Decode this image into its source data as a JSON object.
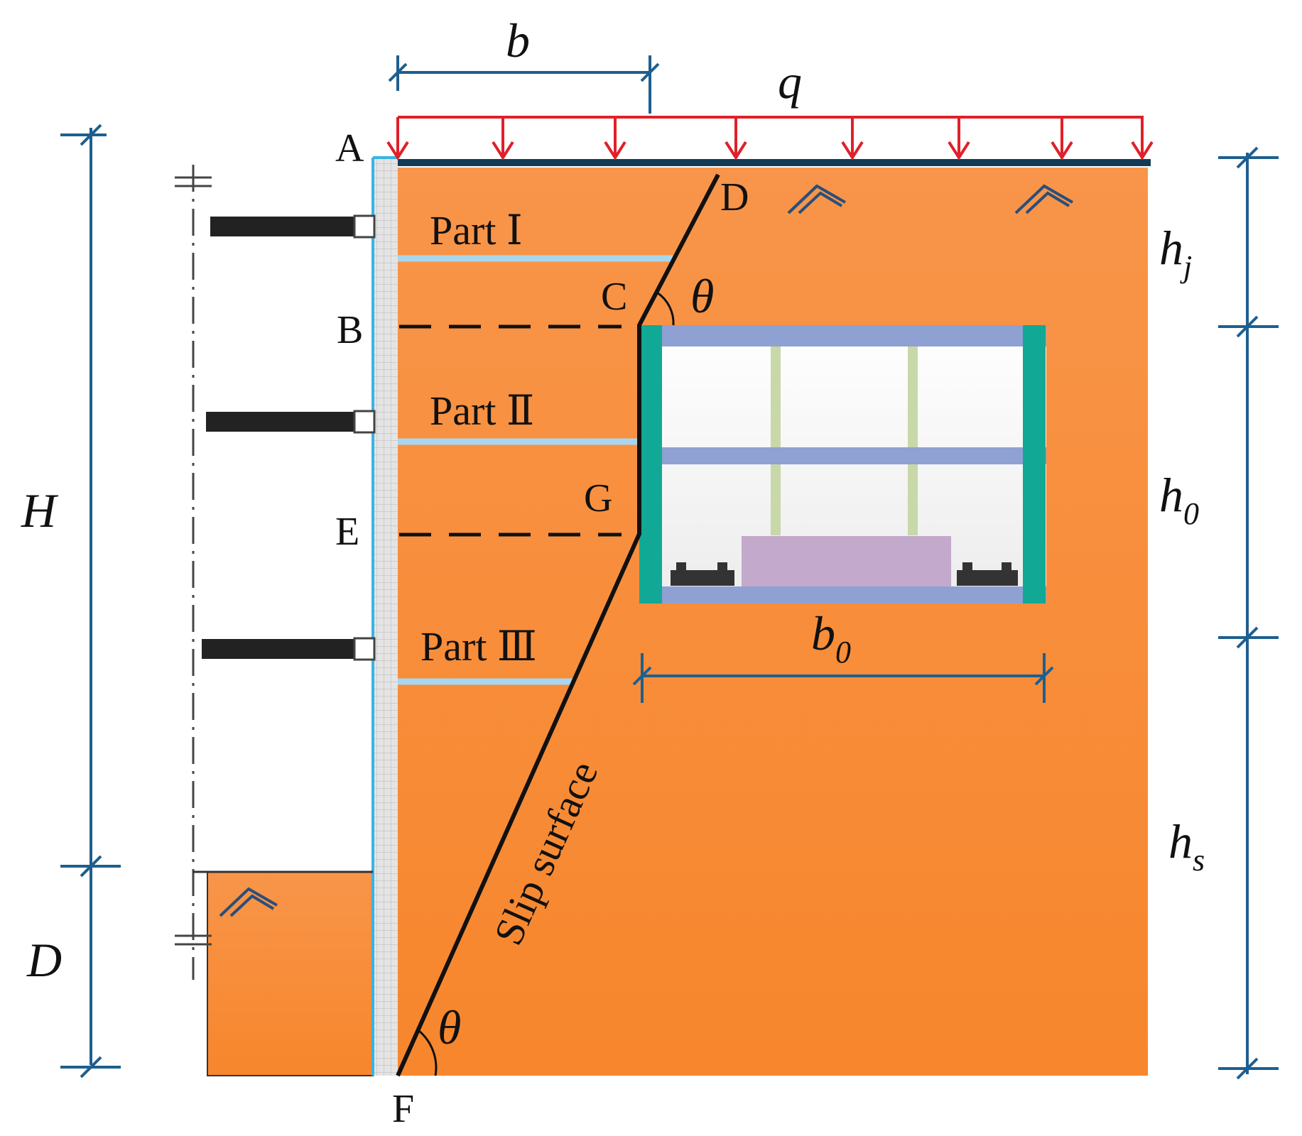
{
  "labels": {
    "point_a": "A",
    "point_b": "B",
    "point_c": "C",
    "point_d": "D",
    "point_e": "E",
    "point_f": "F",
    "point_g": "G",
    "part_1": "Part Ⅰ",
    "part_2": "Part Ⅱ",
    "part_3": "Part Ⅲ",
    "slip_surface": "Slip surface"
  },
  "symbols": {
    "b": "b",
    "q": "q",
    "h_j": "h",
    "h_j_sub": "j",
    "h_0": "h",
    "h_0_sub": "0",
    "h_s": "h",
    "h_s_sub": "s",
    "b_0": "b",
    "b_0_sub": "0",
    "H": "H",
    "D": "D",
    "theta_upper": "θ",
    "theta_lower": "θ"
  },
  "colors": {
    "soil": "#f7923e",
    "load_arrow": "#e0202a",
    "dimension": "#1e5f8f",
    "wall_edge": "#36b4e6",
    "tunnel_frame": "#12a896",
    "tunnel_slab": "#8fa0d2",
    "tunnel_column": "#c8d8a8",
    "tunnel_box": "#c3a9cc",
    "anchor": "#222222"
  }
}
